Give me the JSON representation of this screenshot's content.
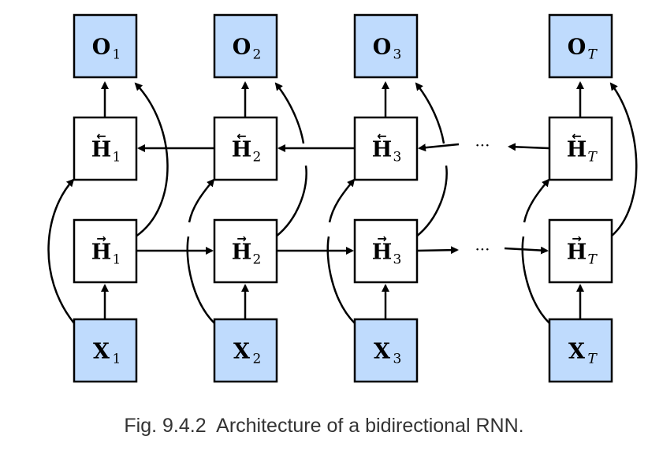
{
  "colors": {
    "io_fill": "#bfdbfd",
    "hidden_fill": "#ffffff",
    "stroke": "#000000"
  },
  "nodes": {
    "outputs": [
      {
        "label": "O",
        "sub": "1",
        "italic_sub": false
      },
      {
        "label": "O",
        "sub": "2",
        "italic_sub": false
      },
      {
        "label": "O",
        "sub": "3",
        "italic_sub": false
      },
      {
        "label": "O",
        "sub": "T",
        "italic_sub": true
      }
    ],
    "backward_hidden": [
      {
        "label": "H",
        "sub": "1",
        "italic_sub": false,
        "accent": "←"
      },
      {
        "label": "H",
        "sub": "2",
        "italic_sub": false,
        "accent": "←"
      },
      {
        "label": "H",
        "sub": "3",
        "italic_sub": false,
        "accent": "←"
      },
      {
        "label": "H",
        "sub": "T",
        "italic_sub": true,
        "accent": "←"
      }
    ],
    "forward_hidden": [
      {
        "label": "H",
        "sub": "1",
        "italic_sub": false,
        "accent": "→"
      },
      {
        "label": "H",
        "sub": "2",
        "italic_sub": false,
        "accent": "→"
      },
      {
        "label": "H",
        "sub": "3",
        "italic_sub": false,
        "accent": "→"
      },
      {
        "label": "H",
        "sub": "T",
        "italic_sub": true,
        "accent": "→"
      }
    ],
    "inputs": [
      {
        "label": "X",
        "sub": "1",
        "italic_sub": false
      },
      {
        "label": "X",
        "sub": "2",
        "italic_sub": false
      },
      {
        "label": "X",
        "sub": "3",
        "italic_sub": false
      },
      {
        "label": "X",
        "sub": "T",
        "italic_sub": true
      }
    ]
  },
  "ellipsis": "···",
  "caption": "Fig. 9.4.2  Architecture of a bidirectional RNN."
}
